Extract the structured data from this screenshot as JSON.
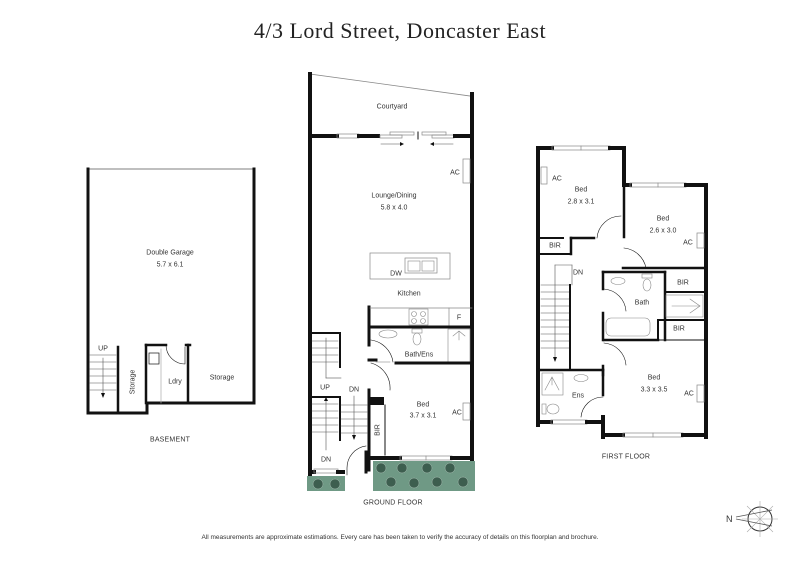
{
  "title": "4/3 Lord Street, Doncaster East",
  "colors": {
    "wall": "#111111",
    "garden": "#6f9985",
    "plant": "#3d5e4f",
    "window": "#999999",
    "background": "#ffffff"
  },
  "basement": {
    "label": "BASEMENT",
    "rooms": {
      "garage": {
        "name": "Double Garage",
        "size": "5.7 x 6.1"
      },
      "storage_left": {
        "name": "Storage"
      },
      "laundry": {
        "name": "Ldry"
      },
      "storage_right": {
        "name": "Storage"
      }
    },
    "stairs": {
      "label": "UP"
    }
  },
  "ground_floor": {
    "label": "GROUND FLOOR",
    "rooms": {
      "courtyard": {
        "name": "Courtyard"
      },
      "lounge": {
        "name": "Lounge/Dining",
        "size": "5.8 x 4.0"
      },
      "kitchen": {
        "name": "Kitchen"
      },
      "bath_ens": {
        "name": "Bath/Ens"
      },
      "bed": {
        "name": "Bed",
        "size": "3.7 x 3.1"
      },
      "bir": {
        "name": "BIR"
      }
    },
    "fixtures": {
      "ac_lounge": "AC",
      "ac_bed": "AC",
      "dw": "DW",
      "fridge": "F"
    },
    "stairs": {
      "up": "UP",
      "dn": "DN",
      "dn_lower": "DN"
    }
  },
  "first_floor": {
    "label": "FIRST FLOOR",
    "rooms": {
      "bed1": {
        "name": "Bed",
        "size": "2.8 x 3.1"
      },
      "bed2": {
        "name": "Bed",
        "size": "2.6 x 3.0"
      },
      "bed3": {
        "name": "Bed",
        "size": "3.3 x 3.5"
      },
      "bath": {
        "name": "Bath"
      },
      "ens": {
        "name": "Ens"
      },
      "bir1": {
        "name": "BIR"
      },
      "bir2": {
        "name": "BIR"
      },
      "bir3": {
        "name": "BIR"
      }
    },
    "fixtures": {
      "ac_bed1": "AC",
      "ac_bed2": "AC",
      "ac_bed3": "AC"
    },
    "stairs": {
      "dn": "DN"
    }
  },
  "compass": {
    "label": "N"
  },
  "disclaimer": "All measurements are approximate estimations. Every care has been taken to verify the accuracy of details on this floorplan and brochure."
}
